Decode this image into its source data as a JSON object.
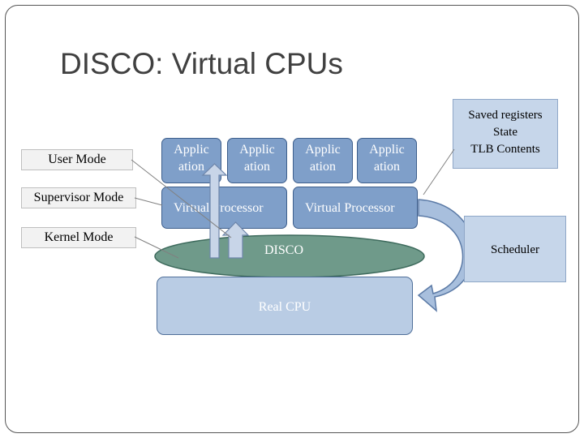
{
  "title": "DISCO: Virtual CPUs",
  "labels": {
    "user_mode": "User Mode",
    "supervisor_mode": "Supervisor Mode",
    "kernel_mode": "Kernel Mode"
  },
  "applications": [
    {
      "line1": "Applic",
      "line2": "ation"
    },
    {
      "line1": "Applic",
      "line2": "ation"
    },
    {
      "line1": "Applic",
      "line2": "ation"
    },
    {
      "line1": "Applic",
      "line2": "ation"
    }
  ],
  "virtual_processors": [
    "Virtual Processor",
    "Virtual Processor"
  ],
  "disco": "DISCO",
  "real_cpu": "Real CPU",
  "saved_state": {
    "line1": "Saved registers",
    "line2": "State",
    "line3": "TLB Contents"
  },
  "scheduler": "Scheduler",
  "colors": {
    "box_fill": "#7f9fc9",
    "disco_fill": "#6f9a8a",
    "real_cpu_fill": "#b9cce4",
    "callout_fill": "#c6d6ea"
  }
}
